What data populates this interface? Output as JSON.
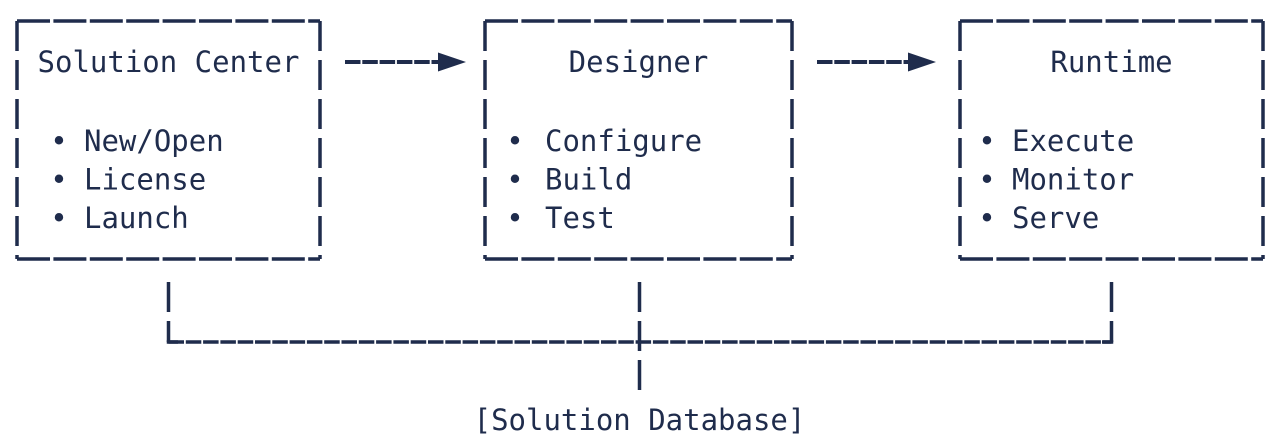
{
  "diagram": {
    "background_color": "#ffffff",
    "ink_color": "#1f2c4c",
    "bullet_char": "•",
    "boxes": [
      {
        "title": "Solution Center",
        "items": [
          "New/Open",
          "License",
          "Launch"
        ]
      },
      {
        "title": "Designer",
        "items": [
          "Configure",
          "Build",
          "Test"
        ]
      },
      {
        "title": "Runtime",
        "items": [
          "Execute",
          "Monitor",
          "Serve"
        ]
      }
    ],
    "arrows": [
      {
        "from": "Solution Center",
        "to": "Designer"
      },
      {
        "from": "Designer",
        "to": "Runtime"
      }
    ],
    "database_label": "[Solution Database]"
  }
}
